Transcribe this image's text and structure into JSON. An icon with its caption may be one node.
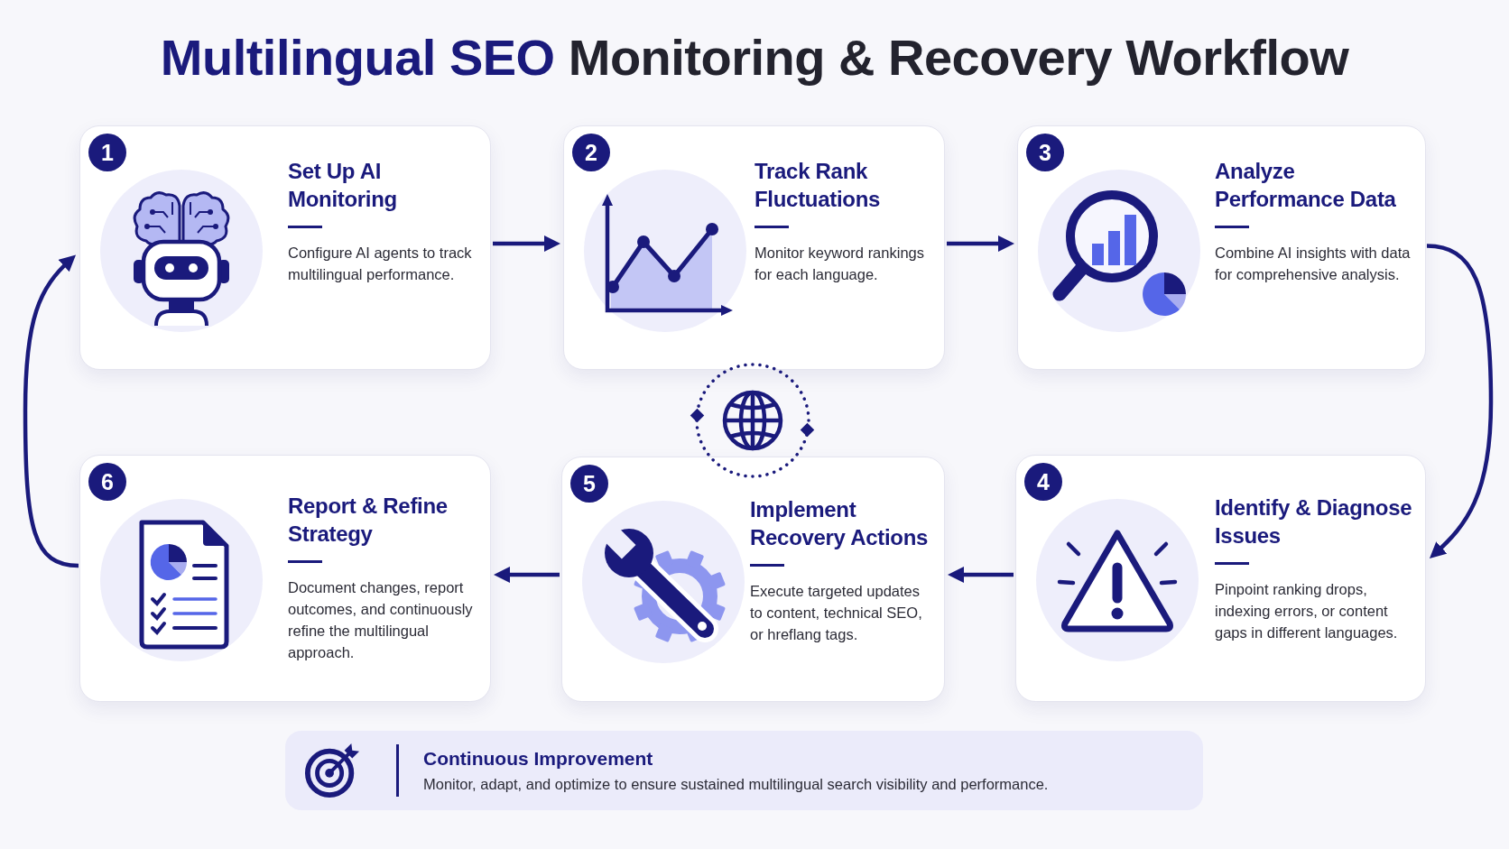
{
  "diagram": {
    "title": "**Multilingual SEO** Monitoring & Recovery Workflow",
    "nodes": [
      {
        "text": [
          "Set Up AI Monitoring",
          "Configure AI agents to track multilingual performance."
        ]
      },
      {
        "text": [
          "1"
        ],
        "in": 0
      },
      {
        "text": [
          "Track Rank Fluctuations",
          "Monitor keyword rankings for each language."
        ]
      },
      {
        "text": [
          "2"
        ],
        "in": 2
      },
      {
        "text": [
          "Analyze Performance Data",
          "Combine AI insights with data for comprehensive analysis."
        ]
      },
      {
        "text": [
          "3"
        ],
        "in": 4
      },
      {
        "text": [
          "Identify & Diagnose Issues",
          "Pinpoint ranking drops, indexing errors, or content gaps in different languages."
        ]
      },
      {
        "text": [
          "4"
        ],
        "in": 6
      },
      {
        "text": [
          "Implement Recovery Actions",
          "Execute targeted updates to content, technical SEO, or hreflang tags."
        ]
      },
      {
        "text": [
          "5"
        ],
        "in": 8
      },
      {
        "text": [
          "Report & Refine Strategy",
          "Document changes, report outcomes, and continuously refine the multilingual approach."
        ]
      },
      {
        "text": [
          "6"
        ],
        "in": 10
      },
      {
        "text": [
          "Continuous Improvement",
          "Monitor, adapt, and optimize to ensure sustained multilingual search visibility and performance."
        ]
      }
    ],
    "edges": [
      {
        "from": 0,
        "to": 2,
        "arrow": "to"
      },
      {
        "from": 2,
        "to": 4,
        "arrow": "to"
      },
      {
        "from": 4,
        "to": 6,
        "arrow": "to"
      },
      {
        "from": 6,
        "to": 8,
        "arrow": "to"
      },
      {
        "from": 8,
        "to": 10,
        "arrow": "to"
      },
      {
        "from": 10,
        "to": 0,
        "arrow": "to"
      }
    ]
  }
}
